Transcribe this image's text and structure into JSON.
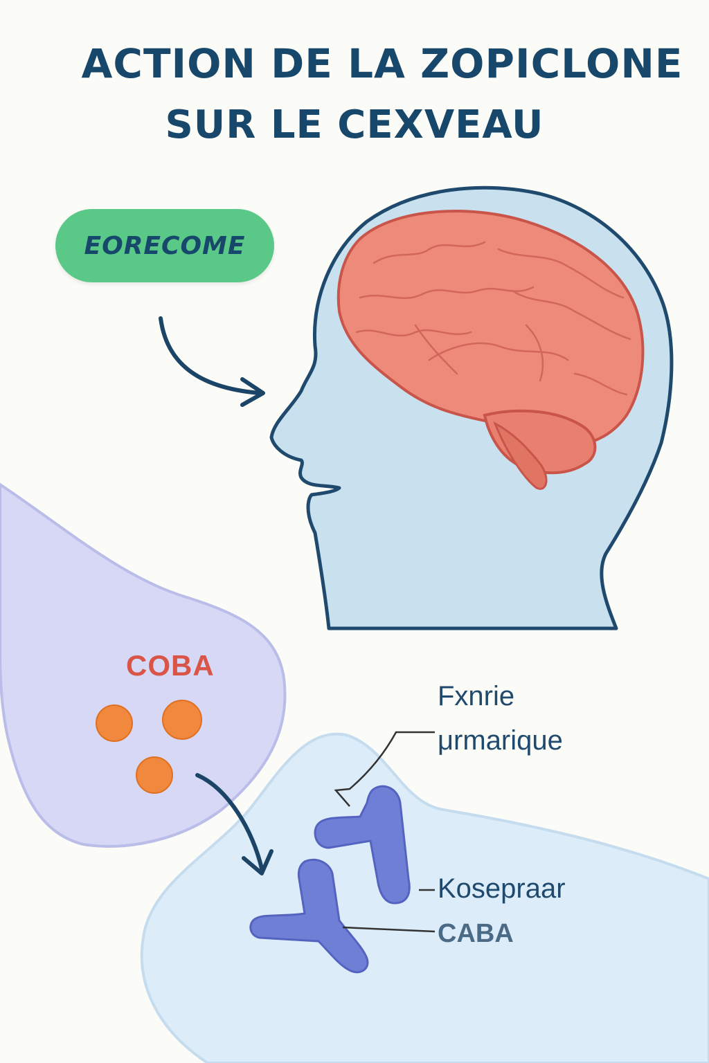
{
  "title": {
    "line1": "ACTION DE LA ZOPICLONE",
    "line2": "SUR LE CEXVEAU"
  },
  "drug_pill": {
    "label": "EORECOME",
    "color": "#5ac886"
  },
  "synapse": {
    "neurotransmitter_label": "COBA",
    "site_label": {
      "line1": "Fxnrie",
      "line2": "μrmarique"
    },
    "receptor_label": "Kosepraar",
    "receptor_sub_label": "CABA"
  },
  "colors": {
    "title": "#17486b",
    "head": "#c9e1ee",
    "brain": "#ee8a7a",
    "neuron_pre": "#d6d8f5",
    "neuron_post": "#dcecf8",
    "molecule": "#f0883e",
    "receptor": "#6f7fd6"
  },
  "icons": [
    "head-silhouette-icon",
    "brain-icon",
    "arrow-icon",
    "receptor-icon",
    "molecule-icon"
  ]
}
